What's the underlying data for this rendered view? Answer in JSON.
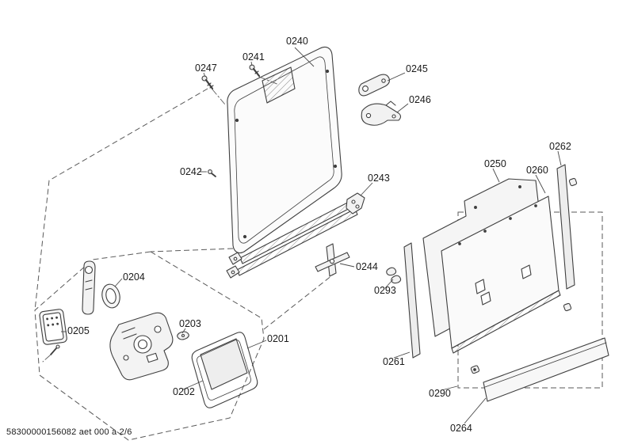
{
  "diagram": {
    "description": "Exploded parts diagram of dishwasher door assembly",
    "parts": {
      "p0201": "0201",
      "p0202": "0202",
      "p0203": "0203",
      "p0204": "0204",
      "p0205": "0205",
      "p0240": "0240",
      "p0241": "0241",
      "p0242": "0242",
      "p0243": "0243",
      "p0244": "0244",
      "p0245": "0245",
      "p0246": "0246",
      "p0247": "0247",
      "p0250": "0250",
      "p0260": "0260",
      "p0261": "0261",
      "p0262": "0262",
      "p0264": "0264",
      "p0290": "0290",
      "p0293": "0293"
    },
    "colors": {
      "line": "#3f3f3f",
      "dashed_line": "#5a5a5a",
      "panel_fill": "#f5f5f5",
      "background": "#ffffff"
    }
  },
  "footer": {
    "code": "58300000156082 aet 000 a 2/6"
  }
}
